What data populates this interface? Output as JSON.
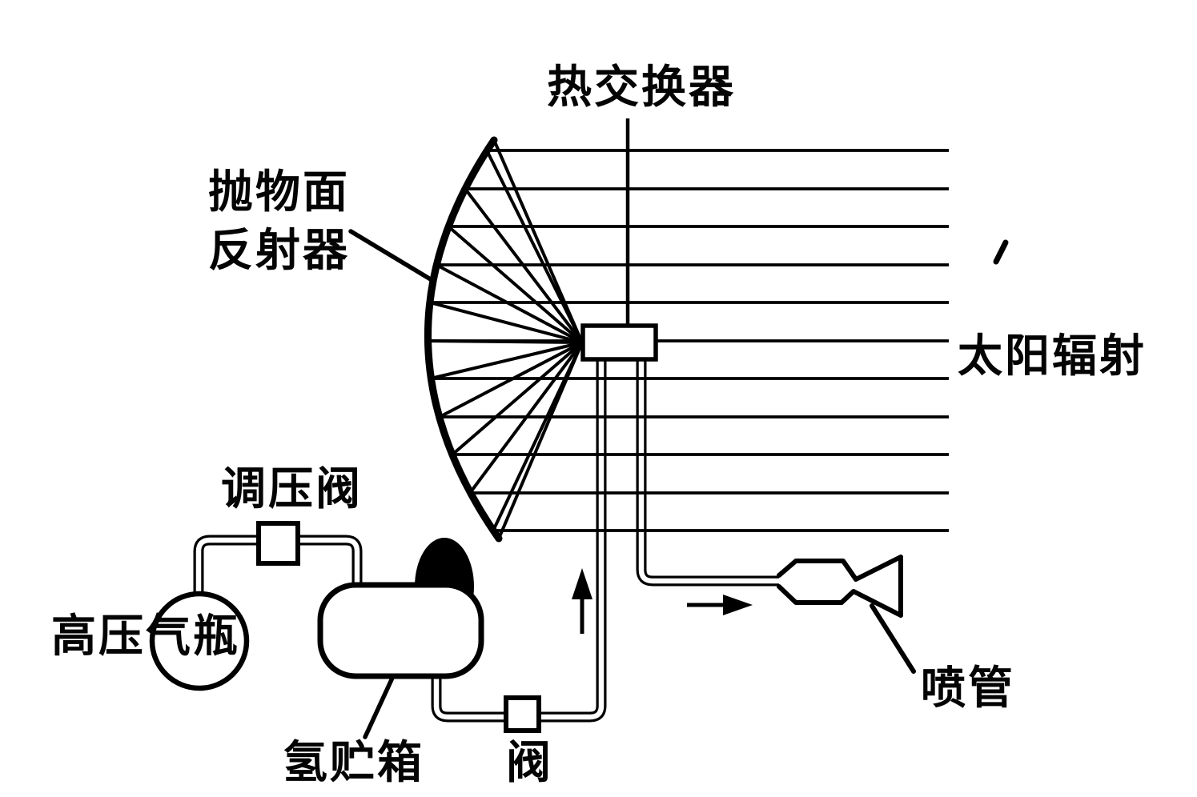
{
  "figure": {
    "type": "schematic-diagram",
    "subject": "solar thermal propulsion system",
    "colors": {
      "ink": "#000000",
      "background": "#ffffff"
    },
    "labels": {
      "heat_exchanger": "热交换器",
      "parabolic_reflector_line1": "抛物面",
      "parabolic_reflector_line2": "反射器",
      "solar_radiation": "太阳辐射",
      "pressure_regulating_valve": "调压阀",
      "high_pressure_gas_bottle": "高压气瓶",
      "hydrogen_storage_tank": "氢贮箱",
      "valve": "阀",
      "nozzle": "喷管"
    }
  }
}
